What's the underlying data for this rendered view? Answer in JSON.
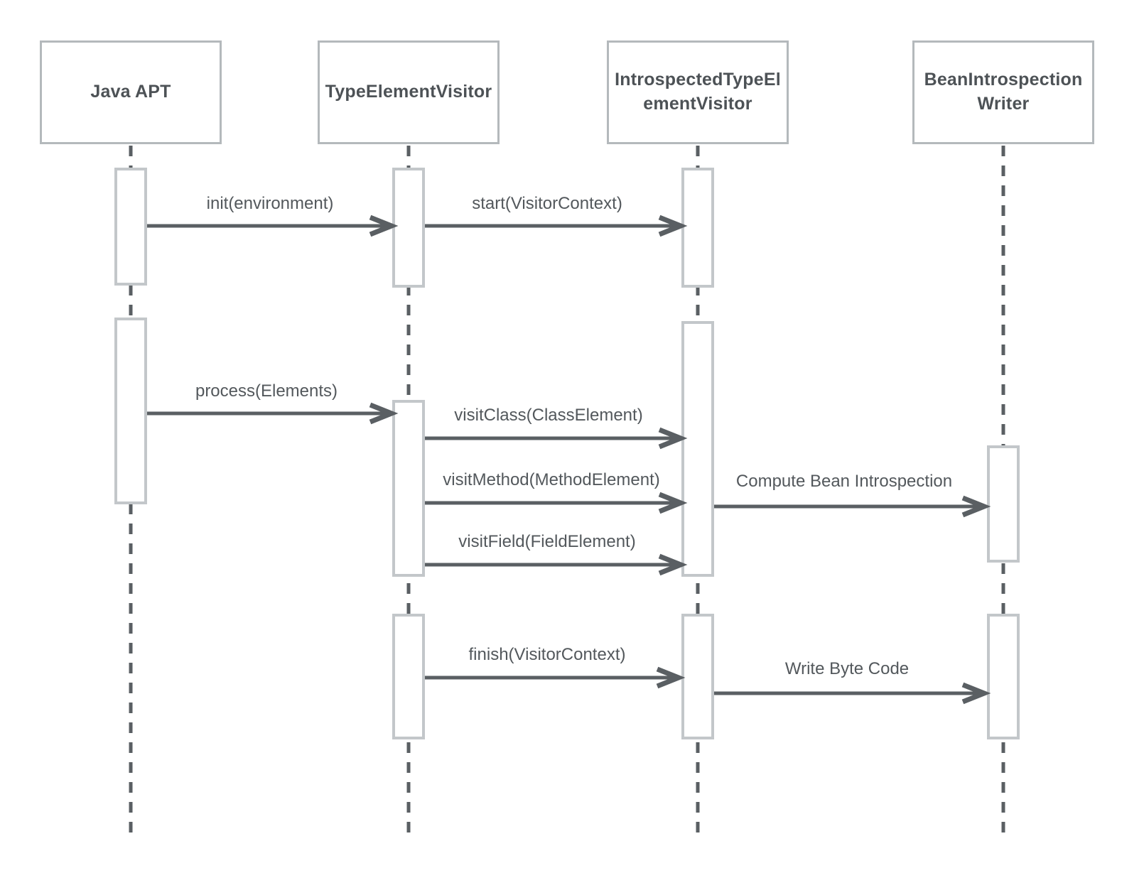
{
  "diagram": {
    "type": "sequence-diagram",
    "participants": [
      {
        "name": "Java APT"
      },
      {
        "name": "TypeElementVisitor"
      },
      {
        "name": "IntrospectedTypeEl\nementVisitor"
      },
      {
        "name": "BeanIntrospection\nWriter"
      }
    ],
    "messages": [
      {
        "label": "init(environment)",
        "from": "Java APT",
        "to": "TypeElementVisitor"
      },
      {
        "label": "start(VisitorContext)",
        "from": "TypeElementVisitor",
        "to": "IntrospectedTypeElementVisitor"
      },
      {
        "label": "process(Elements)",
        "from": "Java APT",
        "to": "TypeElementVisitor"
      },
      {
        "label": "visitClass(ClassElement)",
        "from": "TypeElementVisitor",
        "to": "IntrospectedTypeElementVisitor"
      },
      {
        "label": "visitMethod(MethodElement)",
        "from": "TypeElementVisitor",
        "to": "IntrospectedTypeElementVisitor"
      },
      {
        "label": "Compute Bean Introspection",
        "from": "IntrospectedTypeElementVisitor",
        "to": "BeanIntrospectionWriter"
      },
      {
        "label": "visitField(FieldElement)",
        "from": "TypeElementVisitor",
        "to": "IntrospectedTypeElementVisitor"
      },
      {
        "label": "finish(VisitorContext)",
        "from": "TypeElementVisitor",
        "to": "IntrospectedTypeElementVisitor"
      },
      {
        "label": "Write Byte Code",
        "from": "IntrospectedTypeElementVisitor",
        "to": "BeanIntrospectionWriter"
      }
    ],
    "colors": {
      "background": "#ffffff",
      "participant_border": "#b4b9bc",
      "activation_border": "#c3c7ca",
      "arrow": "#5a5f63",
      "lifeline": "#5a5f63",
      "participant_text": "#4d5256",
      "message_text": "#53585c"
    }
  }
}
